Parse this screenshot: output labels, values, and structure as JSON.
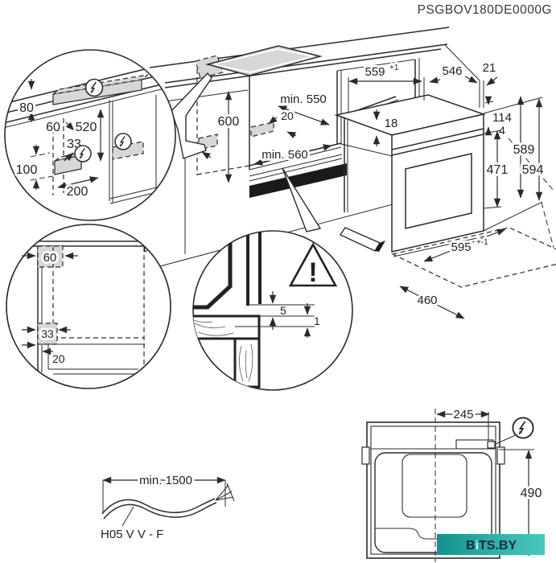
{
  "product_code": "PSGBOV180DE0000G",
  "main_view": {
    "dims": {
      "niche_height": "600",
      "niche_depth": "min. 550",
      "rear_spacer": "20",
      "niche_width": "min. 560"
    }
  },
  "oven": {
    "dims": {
      "niche_opening": {
        "main": "559",
        "sup": "+1"
      },
      "oven_depth": "546",
      "rear_gap": "21",
      "top_clearance": "18",
      "panel_height": "114",
      "front_gap": "4",
      "door_height": "471",
      "height_a": "589",
      "height_b": "594",
      "oven_width": {
        "main": "595",
        "sup": "+-1"
      },
      "base_depth": "460"
    }
  },
  "detail_connection_zones": {
    "dims": {
      "wall_band": "80",
      "zone_width_top": "60",
      "drop_height": "520",
      "zone_width_low": "33",
      "zone_height": "100",
      "zone_offset": "200"
    }
  },
  "detail_side_view": {
    "dims": {
      "top_zone": "60",
      "low_zone": "33",
      "plinth_recess": "20"
    }
  },
  "detail_gap_view": {
    "warning_mark": "!",
    "dims": {
      "gap_upper": "5",
      "gap_lower": "1"
    }
  },
  "cable": {
    "length": "min. 1500",
    "type": "H05 V V - F"
  },
  "top_view": {
    "dims": {
      "terminal_offset": "245",
      "depth": "490"
    }
  },
  "watermark": {
    "part_b": "B",
    "part_i": "i",
    "part_rest": "TS.BY",
    "band_color_left": "#17918b",
    "band_color_right": "#4cc7c0",
    "text_color": "#1d2b45"
  },
  "colors": {
    "line": "#2b2b2b",
    "zone_gray": "#d7d7d7",
    "plinth_black": "#1a1a1a"
  }
}
